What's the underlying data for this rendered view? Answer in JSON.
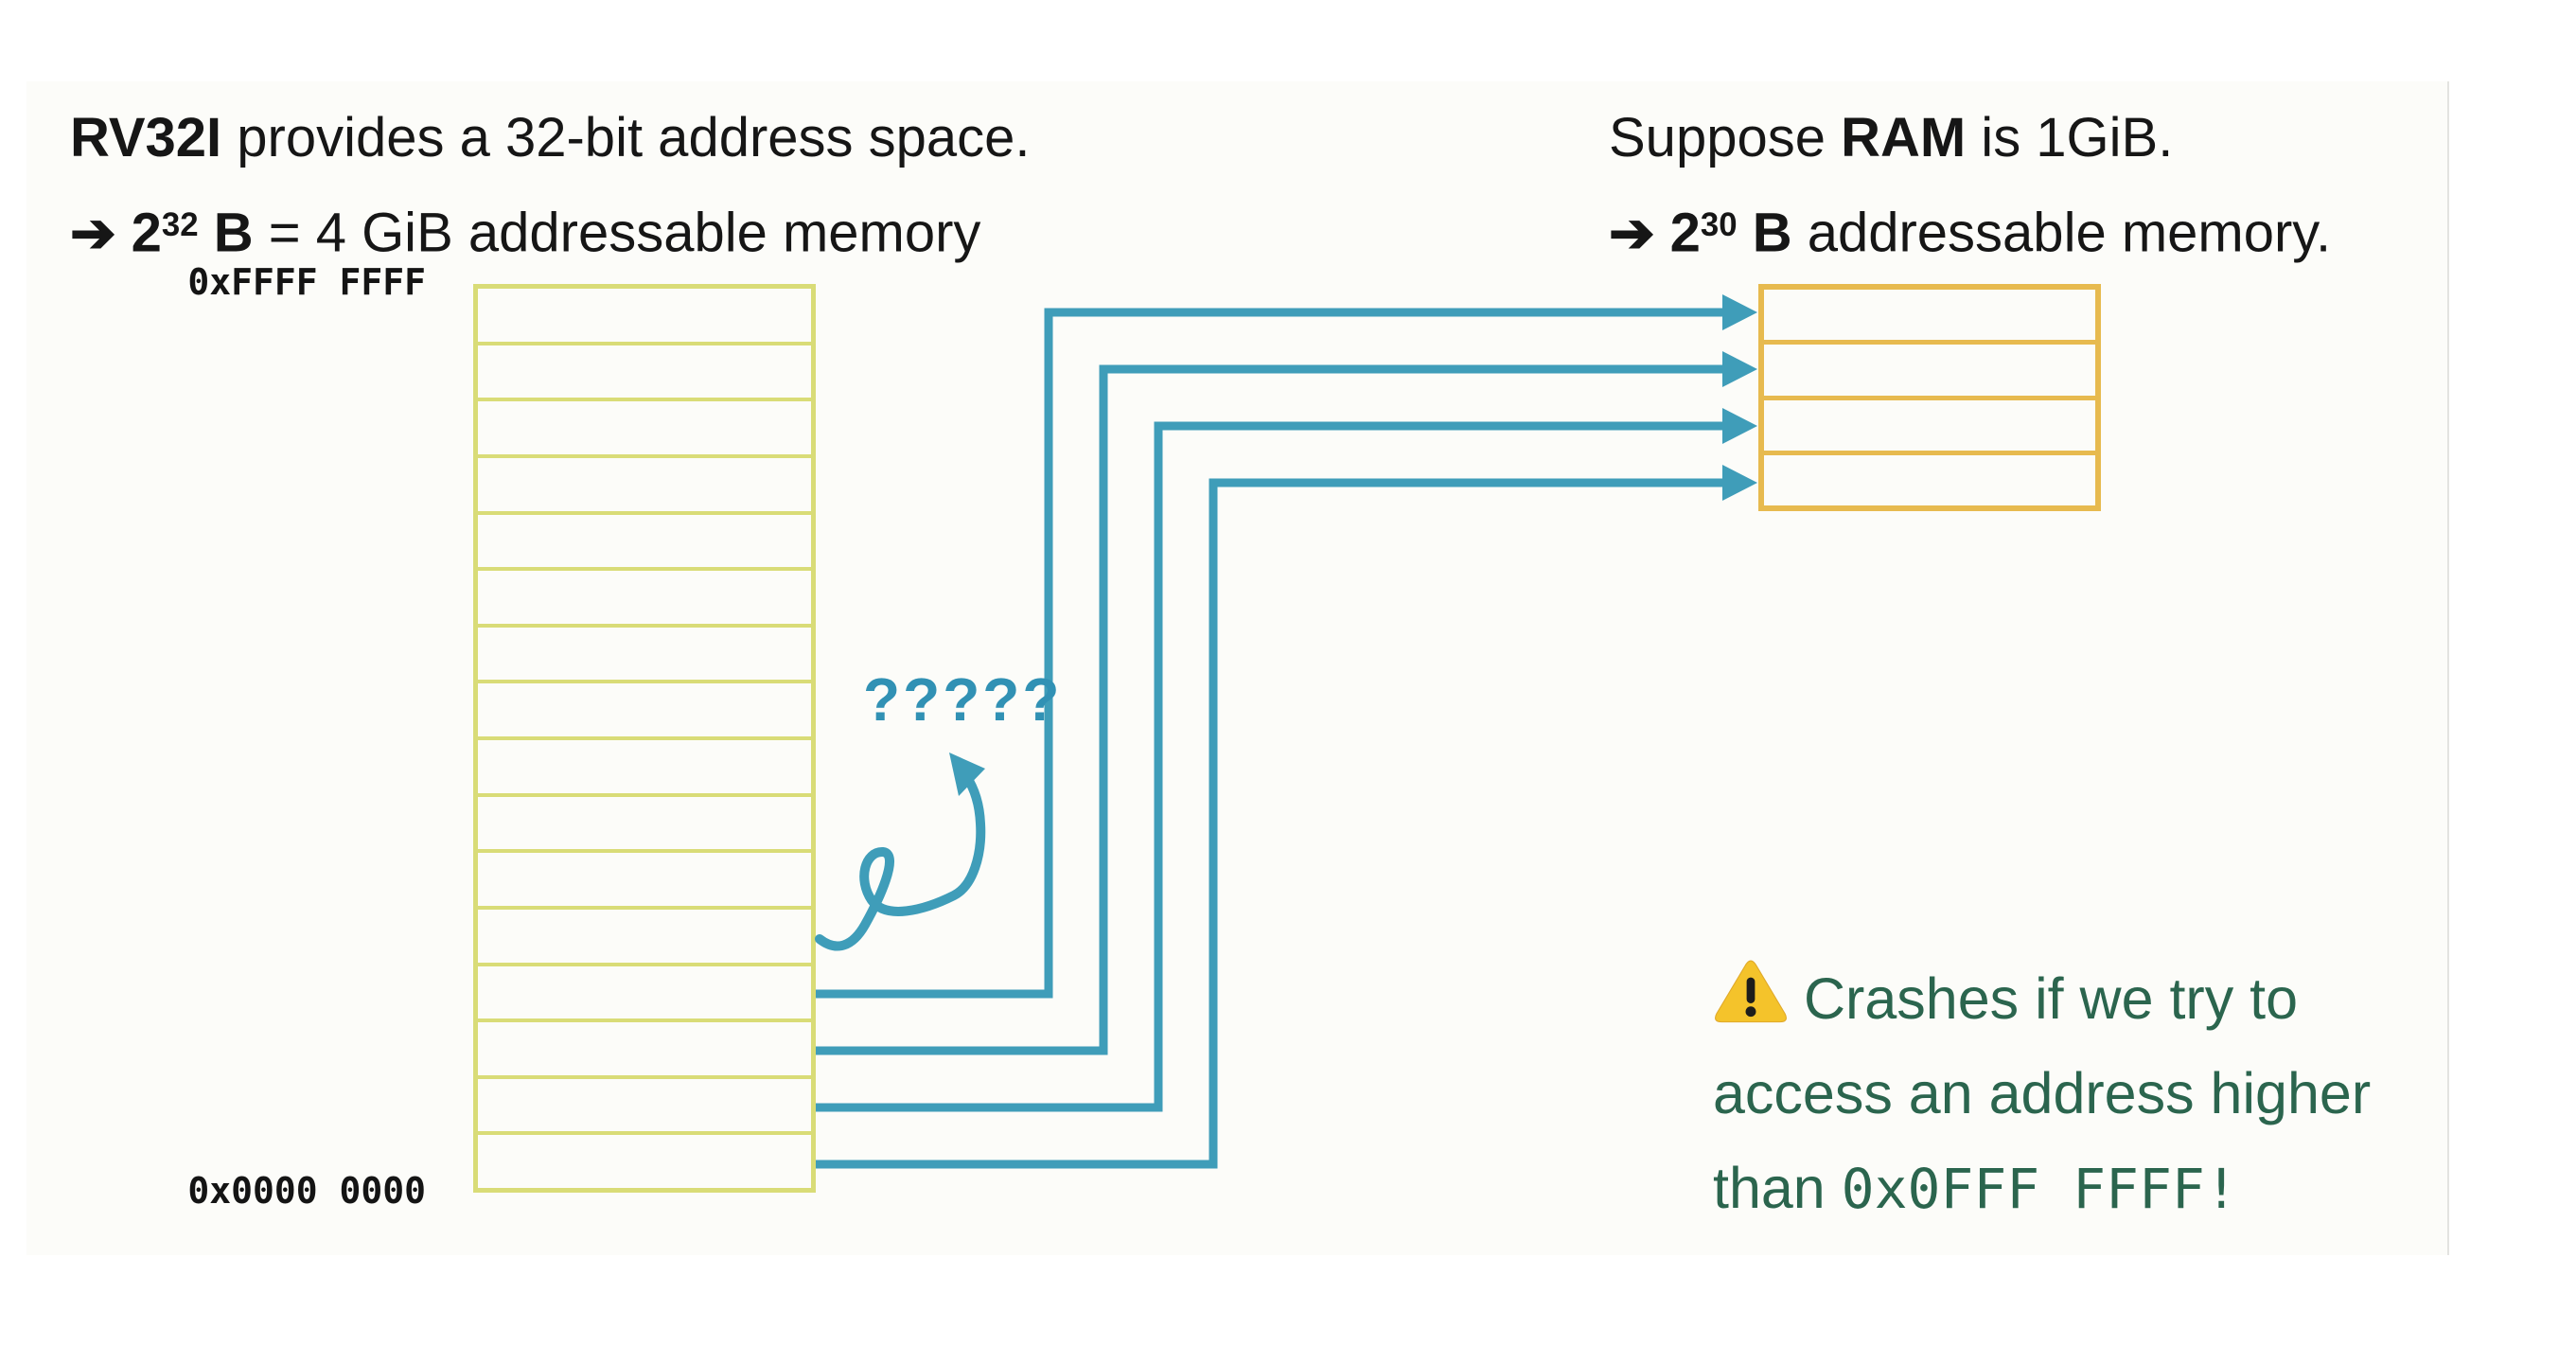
{
  "slide": {
    "left_heading": {
      "line1_bold": "RV32I",
      "line1_rest": " provides a 32-bit address space.",
      "line2_arrow": "➔",
      "line2_base": "2",
      "line2_exp": "32",
      "line2_unit": " B",
      "line2_rest": " = 4 GiB addressable memory"
    },
    "right_heading": {
      "line1_pre": "Suppose ",
      "line1_bold": "RAM",
      "line1_rest": " is 1GiB.",
      "line2_arrow": "➔",
      "line2_base": "2",
      "line2_exp": "30",
      "line2_unit": " B",
      "line2_rest": " addressable memory."
    },
    "address_space": {
      "top_label": "0xFFFF FFFF",
      "bottom_label": "0x0000 0000",
      "row_count": 16
    },
    "ram_box": {
      "row_count": 4
    },
    "question_marks": "?????",
    "warning": {
      "line1": "Crashes if we try to",
      "line2": "access an address higher",
      "line3_prefix": "than ",
      "line3_code": "0x0FFF FFFF!"
    },
    "mapping_arrows": [
      {
        "from": "address-space-row-13",
        "to": "ram-row-1"
      },
      {
        "from": "address-space-row-14",
        "to": "ram-row-2"
      },
      {
        "from": "address-space-row-15",
        "to": "ram-row-3"
      },
      {
        "from": "address-space-row-16",
        "to": "ram-row-4"
      }
    ],
    "colors": {
      "address_space_border": "#d9dc77",
      "ram_border": "#e7ba4f",
      "arrow_blue": "#3f9db9",
      "question_marks": "#3191b4",
      "warning_text": "#2b654e",
      "heading_text": "#161616"
    }
  }
}
